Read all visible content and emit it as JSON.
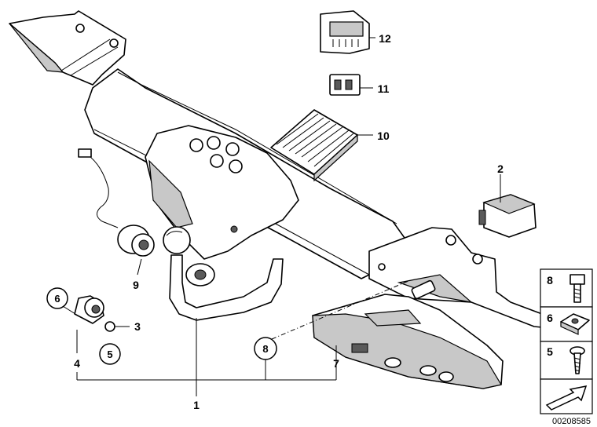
{
  "diagram": {
    "part_labels": [
      "1",
      "2",
      "3",
      "4",
      "5",
      "6",
      "7",
      "8",
      "9",
      "10",
      "11",
      "12"
    ],
    "legend": {
      "items": [
        "8",
        "6",
        "5"
      ]
    },
    "reference_number": "00208585"
  }
}
